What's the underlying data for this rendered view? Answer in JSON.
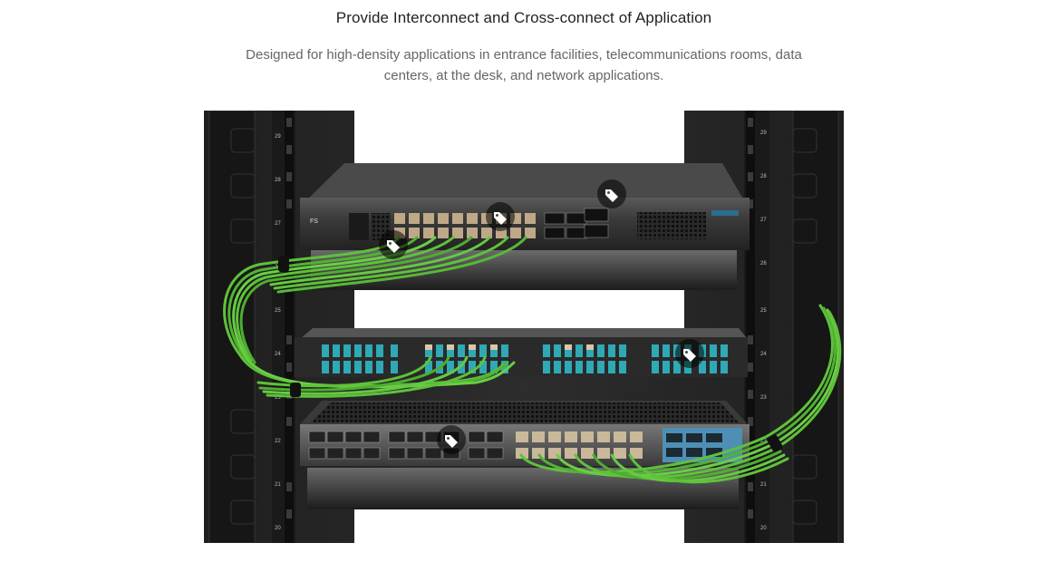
{
  "section": {
    "title": "Provide Interconnect and Cross-connect of Application",
    "subtitle": "Designed for high-density applications in entrance facilities, telecommunications rooms, data centers, at the desk, and network applications."
  },
  "image": {
    "alt": "Server rack with switch, fiber patch panel and network switch interconnected by green fiber patch cables",
    "rack_units": [
      "29",
      "28",
      "27",
      "26",
      "25",
      "24",
      "23",
      "22",
      "21",
      "20"
    ],
    "device_brand": "FS",
    "hotspot_icon": "price-tag-icon"
  },
  "colors": {
    "cable": "#5ec23a",
    "rack": "#2a2a2a",
    "aqua_port": "#2fa9b5"
  }
}
